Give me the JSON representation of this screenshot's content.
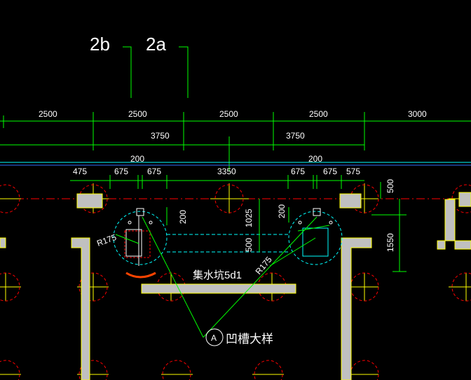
{
  "axis_labels": {
    "left": "2b",
    "right": "2a"
  },
  "top_dims": [
    "2500",
    "2500",
    "2500",
    "2500",
    "3000"
  ],
  "second_dims": [
    "3750",
    "3750"
  ],
  "third_dims": [
    "200",
    "200"
  ],
  "fourth_dims": [
    "475",
    "675",
    "675",
    "3350",
    "675",
    "675",
    "575"
  ],
  "vertical_dims": {
    "d200_left": "200",
    "d200_right": "200",
    "d1025": "1025",
    "d500": "500",
    "d500_right": "500",
    "d1550": "1550"
  },
  "radius_labels": {
    "left": "R175",
    "right": "R175"
  },
  "pit_label": "集水坑5d1",
  "detail": {
    "marker": "A",
    "title": "凹槽大样"
  },
  "colors": {
    "background": "#000000",
    "dim_line": "#00ff00",
    "text": "#ffffff",
    "wall": "#c0c0c0",
    "wall_edge": "#ffff00",
    "axis": "#ffff00",
    "column_circle": "#ff0000",
    "pit": "#00ffff",
    "section_line": "#ff0000",
    "arc": "#ff4400"
  }
}
